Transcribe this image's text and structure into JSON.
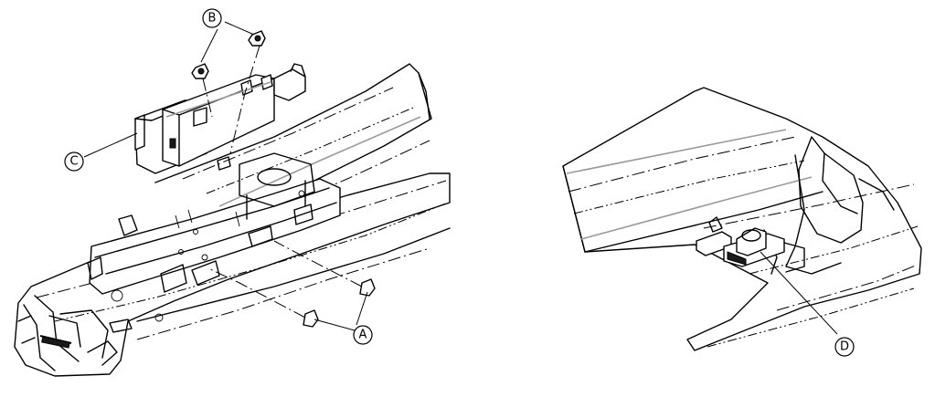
{
  "callouts": [
    {
      "id": "A",
      "label": "A"
    },
    {
      "id": "B",
      "label": "B"
    },
    {
      "id": "C",
      "label": "C"
    },
    {
      "id": "D",
      "label": "D"
    }
  ]
}
